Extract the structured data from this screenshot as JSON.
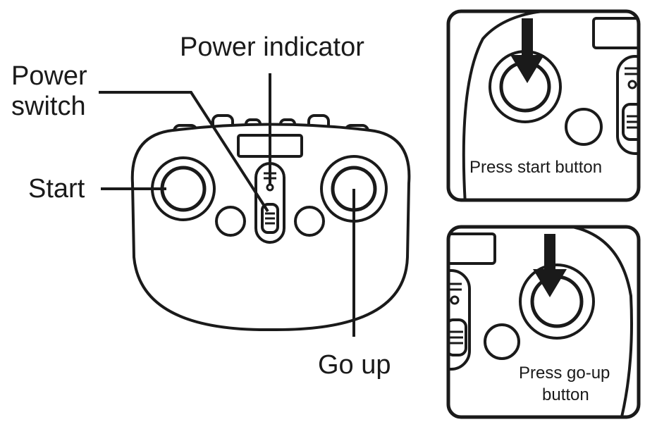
{
  "labels": {
    "power_indicator": "Power indicator",
    "power_switch_line1": "Power",
    "power_switch_line2": "switch",
    "start": "Start",
    "go_up": "Go up"
  },
  "insets": {
    "top_caption": "Press start button",
    "bottom_caption_line1": "Press go-up",
    "bottom_caption_line2": "button"
  },
  "colors": {
    "ink": "#1a1a1a",
    "background": "#ffffff"
  }
}
